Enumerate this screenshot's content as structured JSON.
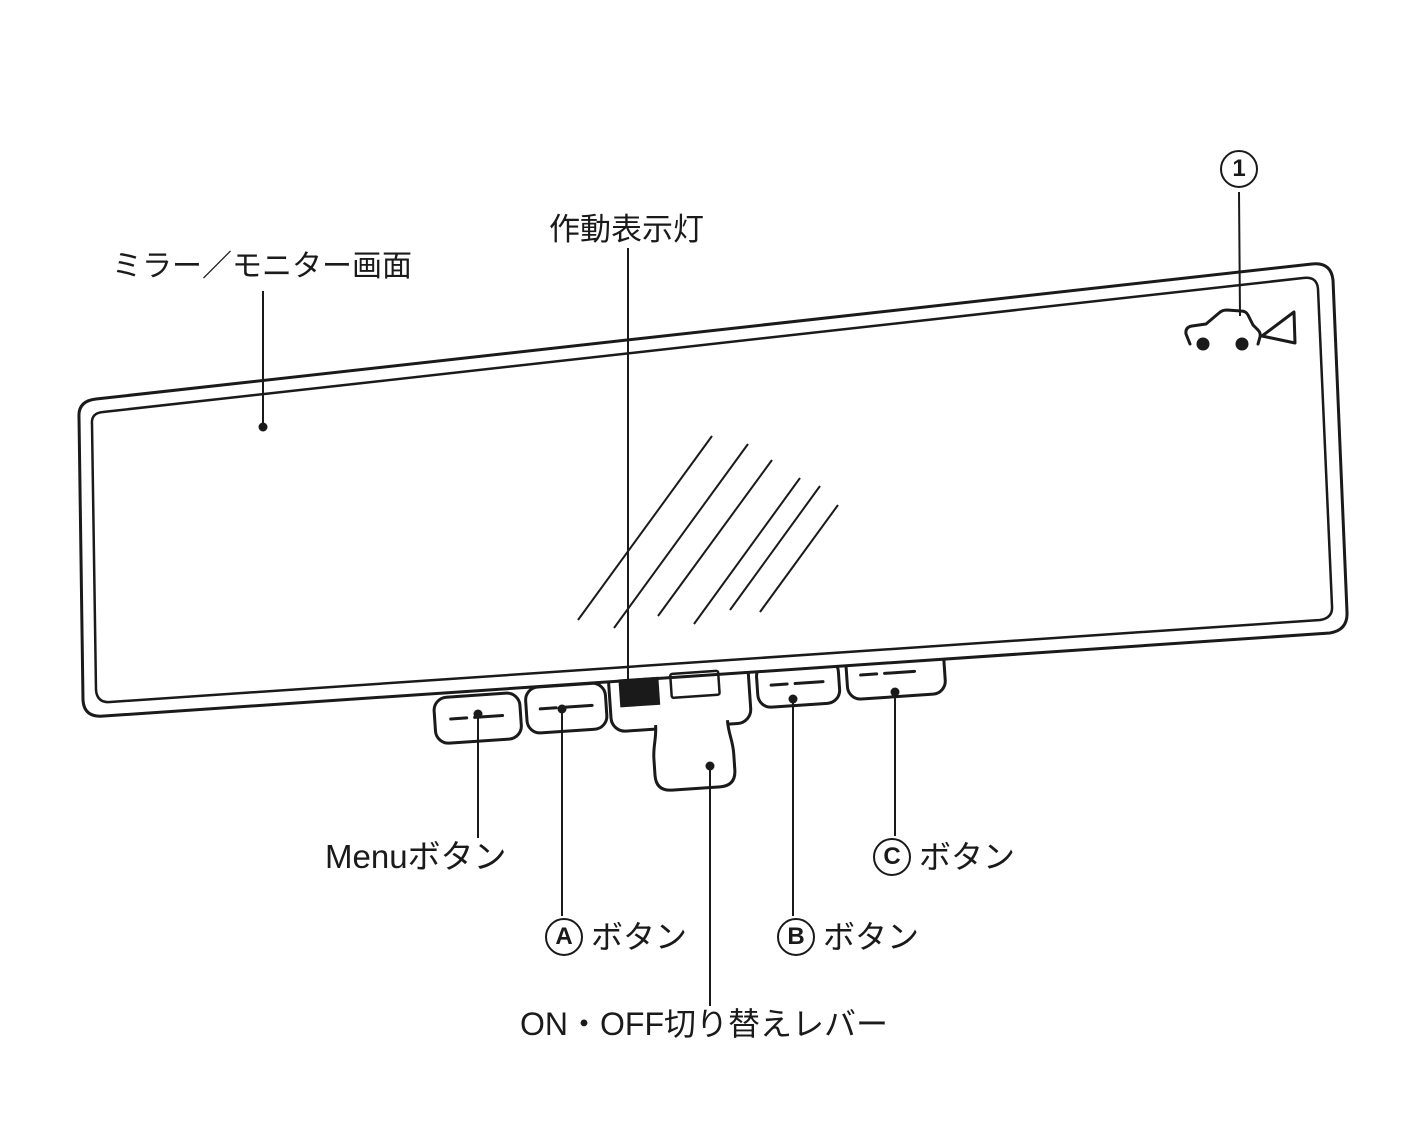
{
  "diagram": {
    "colors": {
      "line": "#1a1a1a",
      "background": "#ffffff"
    },
    "labels": {
      "mirror_screen": "ミラー／モニター画面",
      "indicator_lamp": "作動表示灯",
      "callout_1": "1",
      "menu_button": "Menuボタン",
      "button_a": {
        "letter": "A",
        "label": "ボタン"
      },
      "button_b": {
        "letter": "B",
        "label": "ボタン"
      },
      "button_c": {
        "letter": "C",
        "label": "ボタン"
      },
      "onoff_lever": "ON・OFF切り替えレバー"
    },
    "icons": {
      "top_right": "car-with-beam-icon",
      "indicator": "operation-indicator-light"
    }
  }
}
